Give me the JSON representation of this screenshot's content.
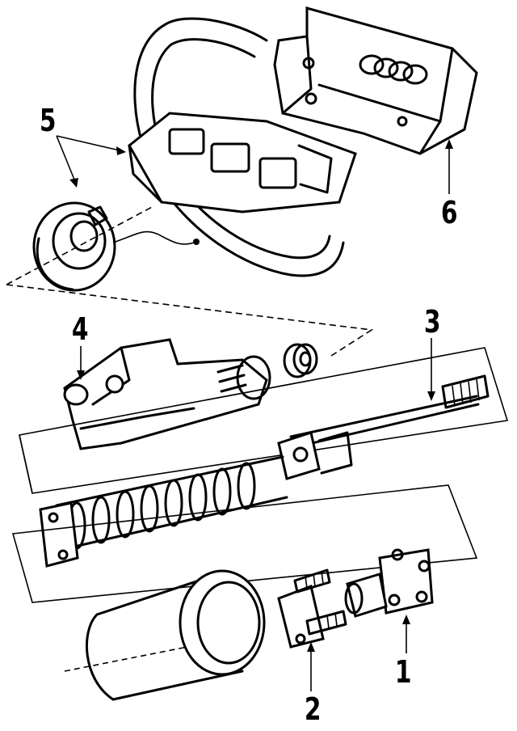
{
  "callouts": {
    "c1": "1",
    "c2": "2",
    "c3": "3",
    "c4": "4",
    "c5": "5",
    "c6": "6"
  },
  "emblem": "four-rings-logo",
  "colors": {
    "ink": "#000000",
    "paper": "#ffffff"
  }
}
